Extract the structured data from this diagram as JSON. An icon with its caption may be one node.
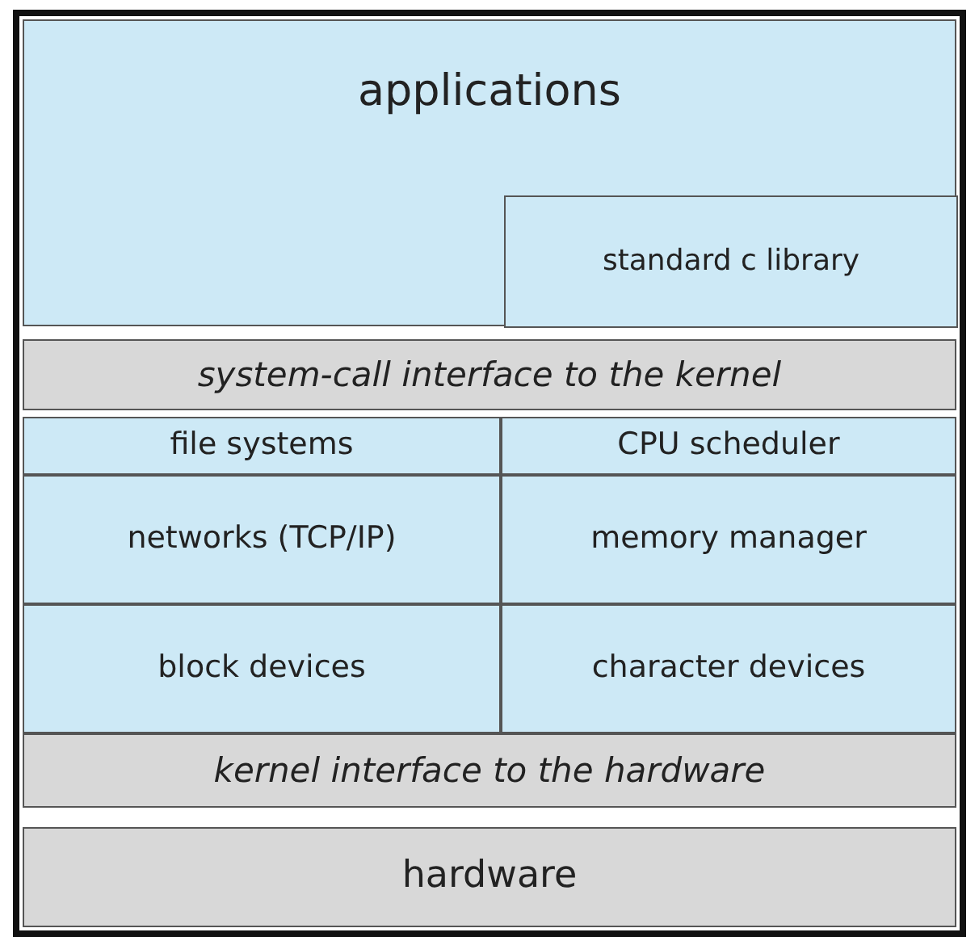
{
  "diagram": {
    "nodes": [
      {
        "text": [
          "applications"
        ]
      },
      {
        "text": [
          "standard c library"
        ],
        "in": 0
      },
      {
        "text": [
          "system-call interface to the kernel"
        ]
      },
      {
        "text": [
          "file systems"
        ]
      },
      {
        "text": [
          "CPU scheduler"
        ]
      },
      {
        "text": [
          "networks (TCP/IP)"
        ]
      },
      {
        "text": [
          "memory manager"
        ]
      },
      {
        "text": [
          "block devices"
        ]
      },
      {
        "text": [
          "character devices"
        ]
      },
      {
        "text": [
          "kernel interface to the hardware"
        ]
      },
      {
        "text": [
          "hardware"
        ]
      }
    ]
  }
}
